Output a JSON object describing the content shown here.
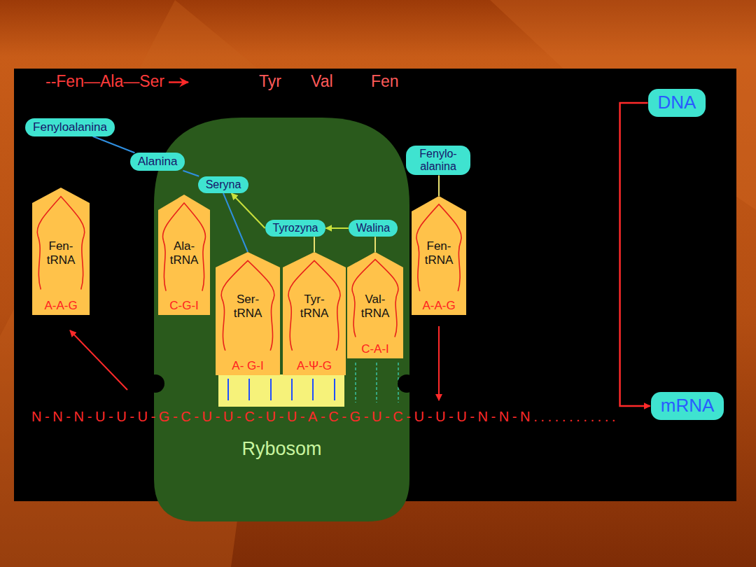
{
  "diagram": {
    "nodes": [
      {
        "text": [
          "Fenyloalanina"
        ]
      },
      {
        "text": [
          "Alanina"
        ]
      },
      {
        "text": [
          "Rybosom"
        ]
      },
      {
        "text": [
          "Seryna"
        ],
        "in": 2
      },
      {
        "text": [
          "Tyrozyna"
        ],
        "in": 2
      },
      {
        "text": [
          "Walina"
        ],
        "in": 2
      },
      {
        "text": [
          "Fenylo- alanina"
        ]
      },
      {
        "text": [
          "DNA"
        ]
      },
      {
        "text": [
          "Fen- tRNA",
          "A-A-G"
        ]
      },
      {
        "text": [
          "Ala- tRNA",
          "C-G-I"
        ],
        "in": 2
      },
      {
        "text": [
          "Ser- tRNA",
          "A- G-I"
        ],
        "in": 2
      },
      {
        "text": [
          "Tyr- tRNA",
          "A-Ψ-G"
        ],
        "in": 2
      },
      {
        "text": [
          "Val- tRNA",
          "C-A-I"
        ],
        "in": 2
      },
      {
        "text": [
          "Fen- tRNA",
          "A-A-G"
        ]
      },
      {
        "text": [
          "mRNA"
        ]
      }
    ],
    "edges": [
      {
        "from": 0,
        "to": 1,
        "arrow": "none"
      },
      {
        "from": 1,
        "to": 3,
        "arrow": "none"
      },
      {
        "from": 3,
        "to": 10,
        "arrow": "none"
      },
      {
        "from": 4,
        "to": 3,
        "arrow": "to"
      },
      {
        "from": 5,
        "to": 4,
        "arrow": "to"
      },
      {
        "from": 4,
        "to": 11,
        "arrow": "none"
      },
      {
        "from": 5,
        "to": 12,
        "arrow": "none"
      },
      {
        "from": 6,
        "to": 13,
        "arrow": "none"
      },
      {
        "from": 7,
        "to": 14,
        "arrow": "to"
      }
    ],
    "labels": [
      "--Fen—Ala—Ser",
      "Tyr",
      "Val",
      "Fen",
      "N-N-N-U-U-U-G-C-U-U-C-U-U-A-C-G-U-C-U-U-U-N-N-N............"
    ]
  }
}
